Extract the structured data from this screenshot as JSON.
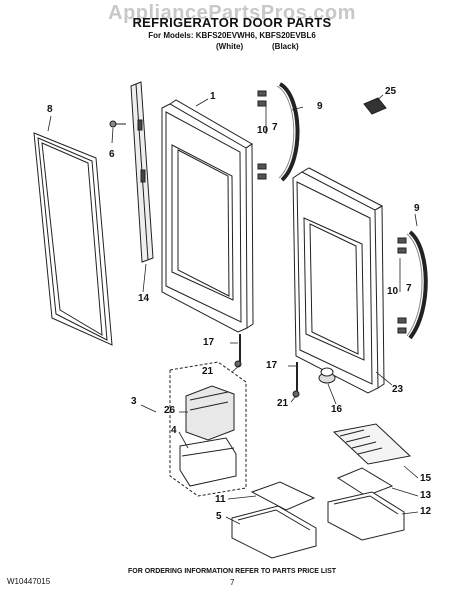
{
  "header": {
    "watermark": "AppliancePartsPros.com",
    "title": "REFRIGERATOR DOOR PARTS",
    "models_label": "For Models: KBFS20EVWH6, KBFS20EVBL6",
    "variant_white": "(White)",
    "variant_black": "(Black)"
  },
  "callouts": {
    "c1": "1",
    "c3": "3",
    "c4": "4",
    "c5": "5",
    "c6": "6",
    "c7a": "7",
    "c7b": "7",
    "c8": "8",
    "c9a": "9",
    "c9b": "9",
    "c10a": "10",
    "c10b": "10",
    "c11": "11",
    "c12": "12",
    "c13": "13",
    "c14": "14",
    "c15": "15",
    "c16": "16",
    "c17a": "17",
    "c17b": "17",
    "c21a": "21",
    "c21b": "21",
    "c23": "23",
    "c25": "25",
    "c26": "26"
  },
  "footer": {
    "ordering_note": "FOR ORDERING INFORMATION REFER TO PARTS PRICE LIST",
    "doc_number": "W10447015",
    "page_number": "7"
  }
}
